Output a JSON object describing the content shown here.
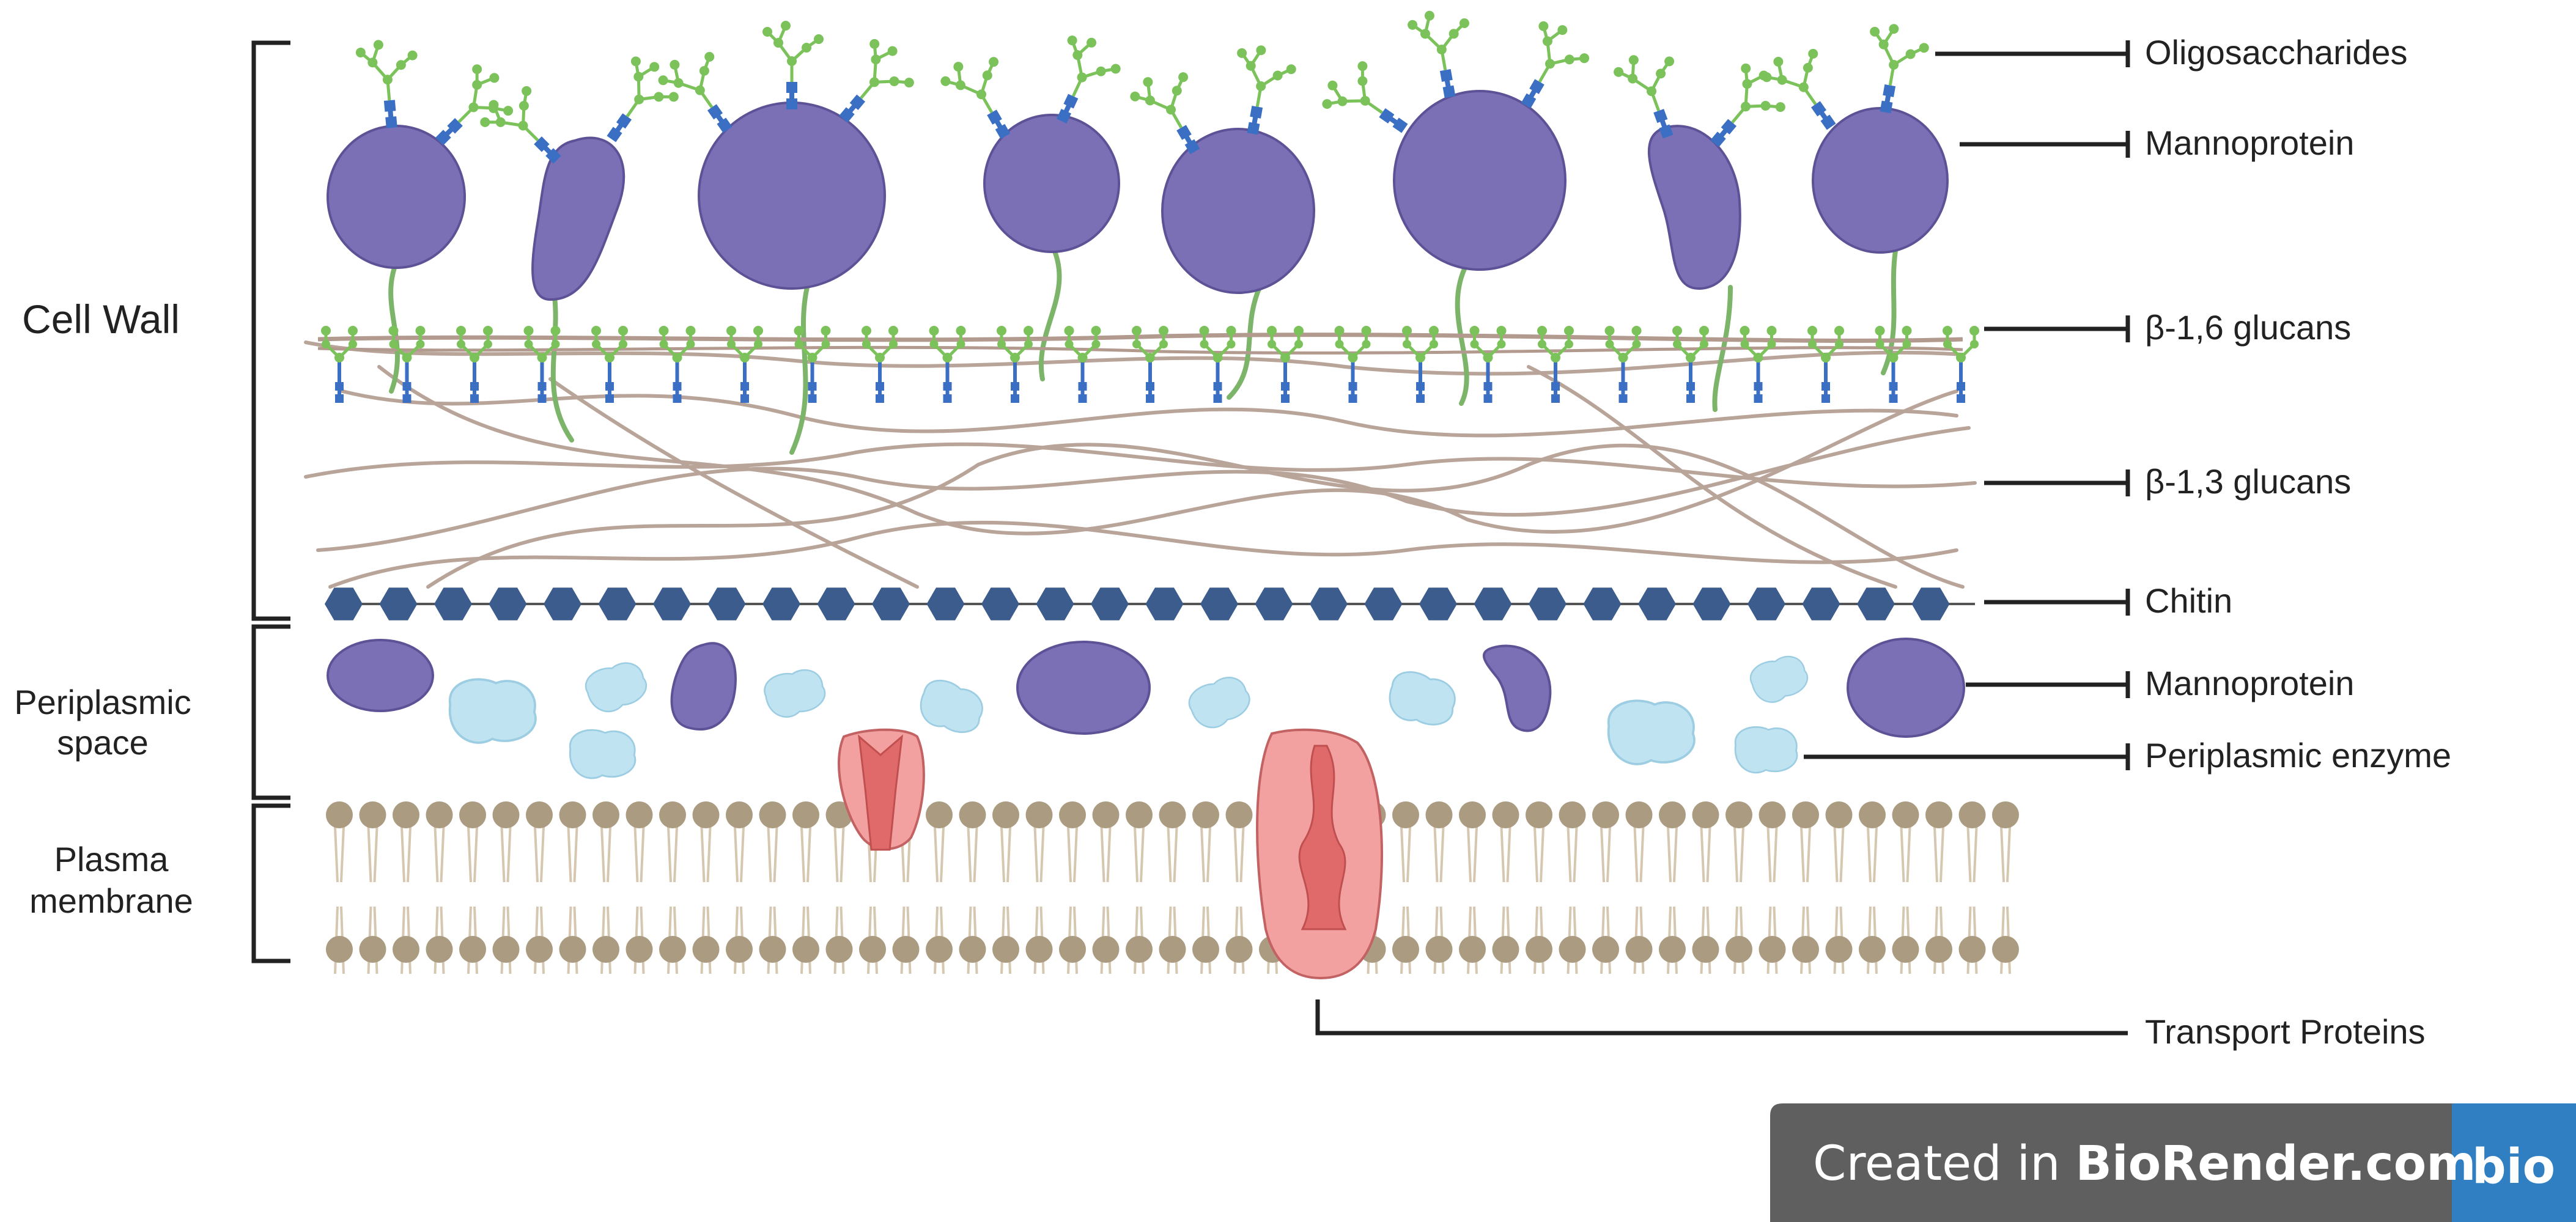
{
  "regions": {
    "cell_wall": "Cell Wall",
    "periplasmic_space_line1": "Periplasmic",
    "periplasmic_space_line2": "space",
    "plasma_membrane_line1": "Plasma",
    "plasma_membrane_line2": "membrane"
  },
  "labels": {
    "oligosaccharides": "Oligosaccharides",
    "mannoprotein_wall": "Mannoprotein",
    "b16_glucans": "β-1,6 glucans",
    "b13_glucans": "β-1,3 glucans",
    "chitin": "Chitin",
    "mannoprotein_periplasm": "Mannoprotein",
    "periplasmic_enzyme": "Periplasmic enzyme",
    "transport_proteins": "Transport Proteins"
  },
  "watermark": {
    "prefix": "Created in ",
    "brand": "BioRender.com",
    "logo": "bio"
  },
  "colors": {
    "mannoprotein": "#7b70b6",
    "mannoprotein_stroke": "#5d5296",
    "sugar_green": "#7cc25a",
    "sugar_blue": "#3a6fc4",
    "glucan_fiber": "#b29b8e",
    "chitin": "#3b5c8c",
    "enzyme": "#bfe3f1",
    "transporter": "#f2a0a0",
    "transporter_core": "#e06a6a",
    "lipid_head": "#ab9b80",
    "lipid_tail": "#d6c8b0",
    "label_line": "#222222",
    "watermark_bg": "#5f5f5f",
    "watermark_logo_bg": "#2f7fc2"
  }
}
